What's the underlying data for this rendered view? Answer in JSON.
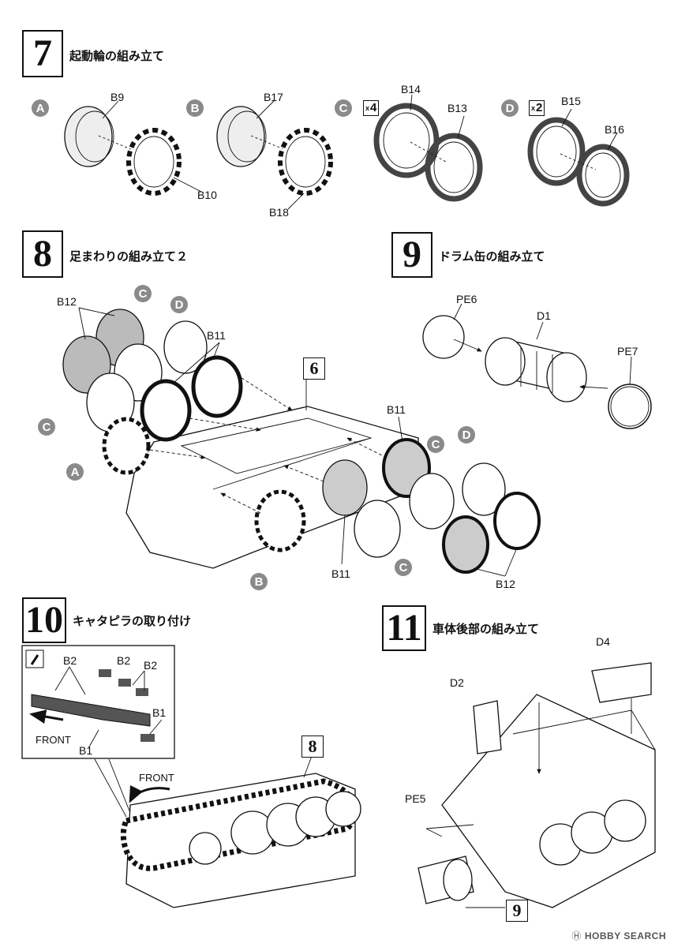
{
  "steps": [
    {
      "number": "7",
      "title": "起動輪の組み立て"
    },
    {
      "number": "8",
      "title": "足まわりの組み立て２"
    },
    {
      "number": "9",
      "title": "ドラム缶の組み立て"
    },
    {
      "number": "10",
      "title": "キャタピラの取り付け"
    },
    {
      "number": "11",
      "title": "車体後部の組み立て"
    }
  ],
  "step7": {
    "variants": [
      {
        "letter": "A",
        "parts": [
          "B9",
          "B10"
        ]
      },
      {
        "letter": "B",
        "parts": [
          "B17",
          "B18"
        ]
      },
      {
        "letter": "C",
        "multiplier": "4",
        "parts": [
          "B14",
          "B13"
        ]
      },
      {
        "letter": "D",
        "multiplier": "2",
        "parts": [
          "B15",
          "B16"
        ]
      }
    ],
    "multiplier_prefix": "x"
  },
  "step8": {
    "labels": [
      "B12",
      "B11",
      "B11",
      "B11",
      "B12"
    ],
    "ref_box": "6",
    "wheel_letters": [
      "C",
      "D",
      "C",
      "A",
      "C",
      "D",
      "B",
      "C"
    ]
  },
  "step9": {
    "labels": [
      "PE6",
      "D1",
      "PE7"
    ]
  },
  "step10": {
    "labels": [
      "B2",
      "B2",
      "B2",
      "B1",
      "B1"
    ],
    "front_label": "FRONT",
    "ref_box": "8"
  },
  "step11": {
    "labels": [
      "D4",
      "D2",
      "PE5"
    ],
    "ref_box": "9"
  },
  "watermark": {
    "brand": "HOBBY SEARCH",
    "symbol": "Ⓗ"
  }
}
